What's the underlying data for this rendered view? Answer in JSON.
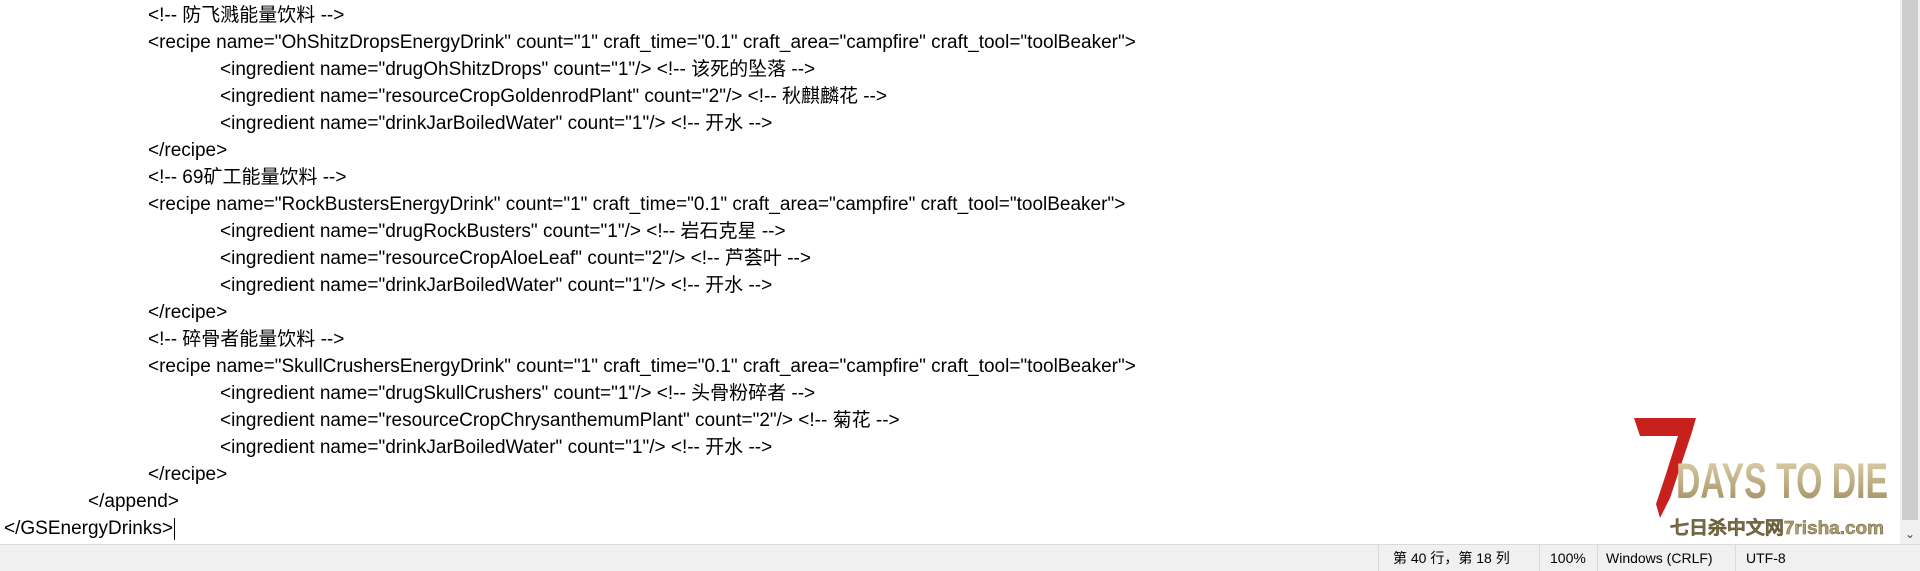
{
  "editor": {
    "lines": [
      {
        "indent": 2,
        "text": "<!-- 防飞溅能量饮料 -->"
      },
      {
        "indent": 2,
        "text": "<recipe name=\"OhShitzDropsEnergyDrink\" count=\"1\" craft_time=\"0.1\" craft_area=\"campfire\" craft_tool=\"toolBeaker\">"
      },
      {
        "indent": 3,
        "text": "<ingredient name=\"drugOhShitzDrops\" count=\"1\"/> <!-- 该死的坠落 -->"
      },
      {
        "indent": 3,
        "text": "<ingredient name=\"resourceCropGoldenrodPlant\" count=\"2\"/> <!-- 秋麒麟花 -->"
      },
      {
        "indent": 3,
        "text": "<ingredient name=\"drinkJarBoiledWater\" count=\"1\"/> <!-- 开水 -->"
      },
      {
        "indent": 2,
        "text": "</recipe>"
      },
      {
        "indent": 2,
        "text": "<!-- 69矿工能量饮料 -->"
      },
      {
        "indent": 2,
        "text": "<recipe name=\"RockBustersEnergyDrink\" count=\"1\" craft_time=\"0.1\" craft_area=\"campfire\" craft_tool=\"toolBeaker\">"
      },
      {
        "indent": 3,
        "text": "<ingredient name=\"drugRockBusters\" count=\"1\"/> <!-- 岩石克星 -->"
      },
      {
        "indent": 3,
        "text": "<ingredient name=\"resourceCropAloeLeaf\" count=\"2\"/> <!-- 芦荟叶 -->"
      },
      {
        "indent": 3,
        "text": "<ingredient name=\"drinkJarBoiledWater\" count=\"1\"/> <!-- 开水 -->"
      },
      {
        "indent": 2,
        "text": "</recipe>"
      },
      {
        "indent": 2,
        "text": "<!-- 碎骨者能量饮料 -->"
      },
      {
        "indent": 2,
        "text": "<recipe name=\"SkullCrushersEnergyDrink\" count=\"1\" craft_time=\"0.1\" craft_area=\"campfire\" craft_tool=\"toolBeaker\">"
      },
      {
        "indent": 3,
        "text": "<ingredient name=\"drugSkullCrushers\" count=\"1\"/> <!-- 头骨粉碎者 -->"
      },
      {
        "indent": 3,
        "text": "<ingredient name=\"resourceCropChrysanthemumPlant\" count=\"2\"/> <!-- 菊花 -->"
      },
      {
        "indent": 3,
        "text": "<ingredient name=\"drinkJarBoiledWater\" count=\"1\"/> <!-- 开水 -->"
      },
      {
        "indent": 2,
        "text": "</recipe>"
      },
      {
        "indent": 1,
        "text": "</append>"
      },
      {
        "indent": 0,
        "text": "</GSEnergyDrinks>"
      }
    ]
  },
  "status": {
    "position": "第 40 行，第 18 列",
    "zoom": "100%",
    "line_ending": "Windows (CRLF)",
    "encoding": "UTF-8"
  },
  "watermark": {
    "title": "DAYS TO DIE",
    "number": "7",
    "site": "七日杀中文网7risha.com"
  }
}
